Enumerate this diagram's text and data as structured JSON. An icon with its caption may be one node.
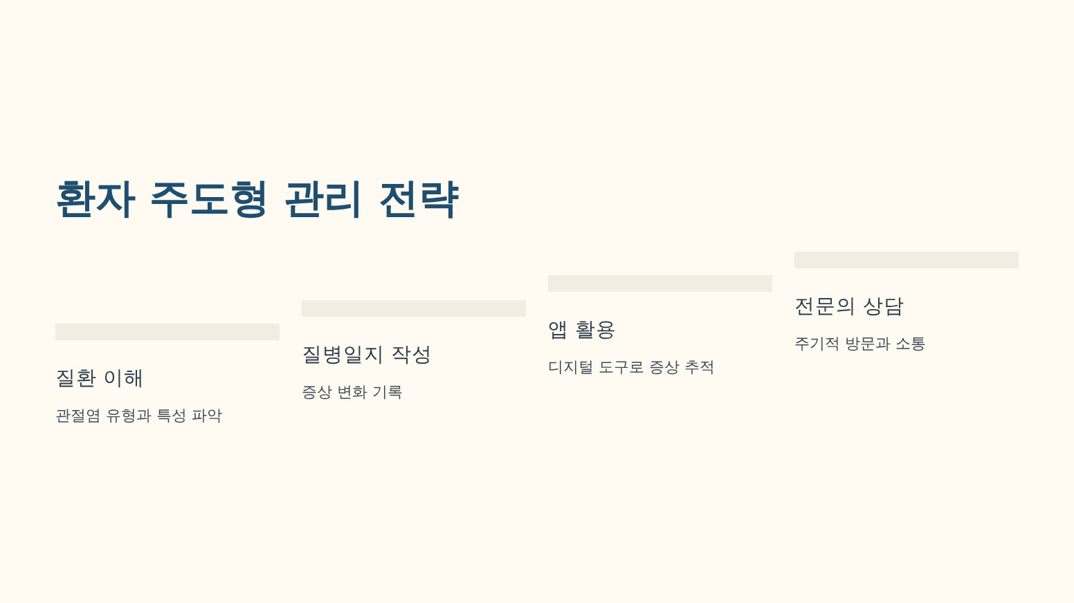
{
  "diagram": {
    "title": "환자 주도형 관리 전략",
    "nodes": [
      {
        "text": [
          "질환 이해",
          "관절염 유형과 특성 파악"
        ]
      },
      {
        "text": [
          "질병일지 작성",
          "증상 변화 기록"
        ]
      },
      {
        "text": [
          "앱 활용",
          "디지털 도구로 증상 추적"
        ]
      },
      {
        "text": [
          "전문의 상담",
          "주기적 방문과 소통"
        ]
      }
    ],
    "edges": []
  }
}
